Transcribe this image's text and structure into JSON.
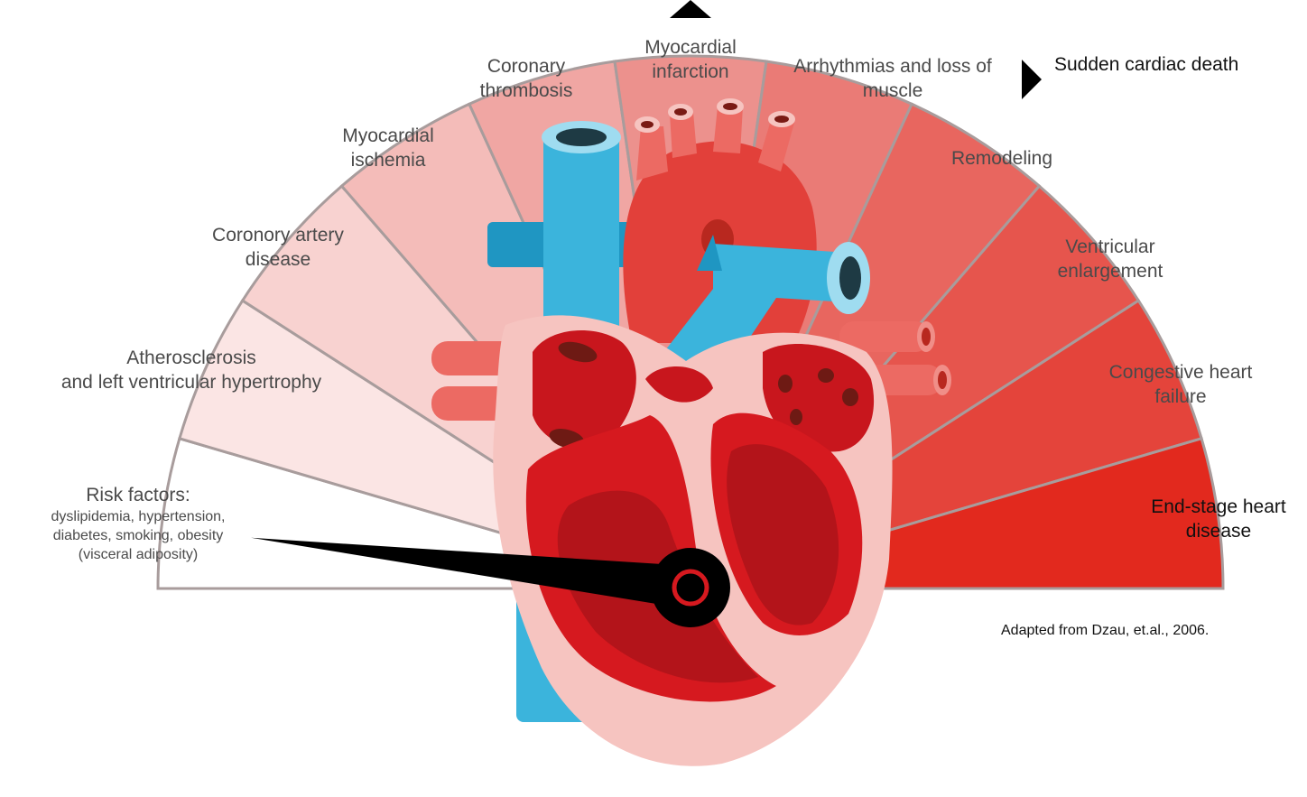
{
  "stages": [
    {
      "key": "risk",
      "line1": "Risk factors:",
      "details": [
        "dyslipidemia, hypertension,",
        "diabetes, smoking, obesity",
        "(visceral adiposity)"
      ],
      "color": "#ffffff"
    },
    {
      "key": "athero",
      "line1": "Atherosclerosis",
      "line2": "and left ventricular hypertrophy",
      "color": "#fbe5e4"
    },
    {
      "key": "cad",
      "line1": "Coronory artery",
      "line2": "disease",
      "color": "#f8d2d0"
    },
    {
      "key": "ischemia",
      "line1": "Myocardial",
      "line2": "ischemia",
      "color": "#f4bcb9"
    },
    {
      "key": "thrombosis",
      "line1": "Coronary",
      "line2": "thrombosis",
      "color": "#f0a6a3"
    },
    {
      "key": "infarction",
      "line1": "Myocardial",
      "line2": "infarction",
      "color": "#ec918d"
    },
    {
      "key": "arrhythmias",
      "line1": "Arrhythmias and loss of",
      "line2": "muscle",
      "color": "#ea7b76"
    },
    {
      "key": "remodeling",
      "line1": "Remodeling",
      "line2": "",
      "color": "#e8665f"
    },
    {
      "key": "enlargement",
      "line1": "Ventricular",
      "line2": "enlargement",
      "color": "#e6554d"
    },
    {
      "key": "chf",
      "line1": "Congestive heart",
      "line2": "failure",
      "color": "#e4443b"
    },
    {
      "key": "endstage",
      "line1": "End-stage heart",
      "line2": "disease",
      "color": "#e2291e"
    }
  ],
  "sudden_death": "Sudden cardiac death",
  "credit": "Adapted from Dzau, et.al., 2006.",
  "pointer": {
    "stage_index": 0
  },
  "colors": {
    "outline": "#a89c9c",
    "vein_blue": "#3bb4dc",
    "vein_dark": "#1f96c2",
    "vein_light": "#9fdcf0",
    "heart_red": "#e2403a",
    "heart_mid": "#ec6a63",
    "heart_light": "#f6c4c0",
    "chamber": "#c8161d",
    "pointer": "#000000"
  }
}
